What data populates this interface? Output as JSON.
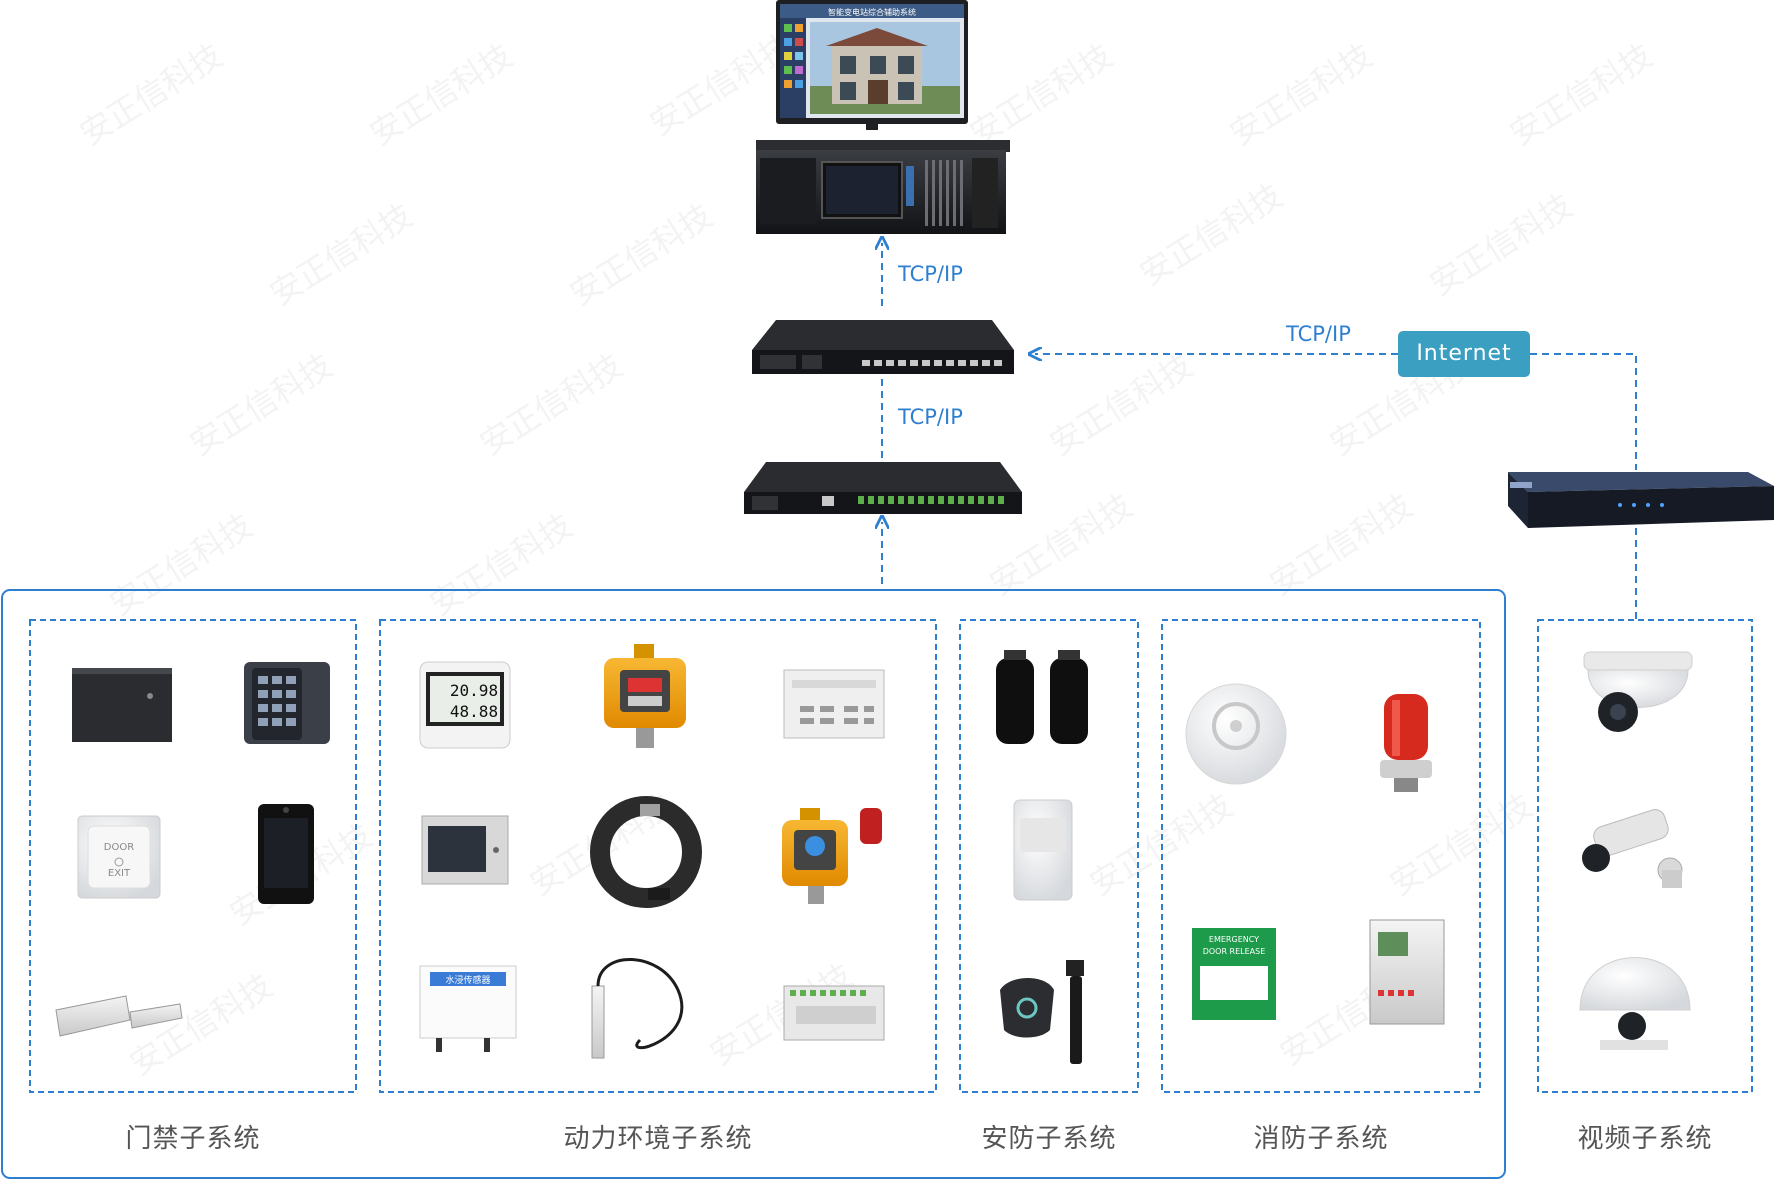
{
  "protocols": {
    "top": "TCP/IP",
    "middle": "TCP/IP",
    "internet": "TCP/IP"
  },
  "internet_label": "Internet",
  "subsystems": {
    "access": "门禁子系统",
    "power_env": "动力环境子系统",
    "security": "安防子系统",
    "fire": "消防子系统",
    "video": "视频子系统"
  },
  "monitor_title": "智能变电站综合辅助系统",
  "watermark": "安正信科技",
  "device_texts": {
    "door_line1": "DOOR",
    "door_line2": "EXIT",
    "display_top": "20.98",
    "display_bottom": "48.88",
    "emergency_line1": "EMERGENCY",
    "emergency_line2": "DOOR RELEASE",
    "water_sensor": "水浸传感器"
  },
  "colors": {
    "accent": "#2f7fd1",
    "internet": "#3b9fc2",
    "label": "#555555"
  }
}
